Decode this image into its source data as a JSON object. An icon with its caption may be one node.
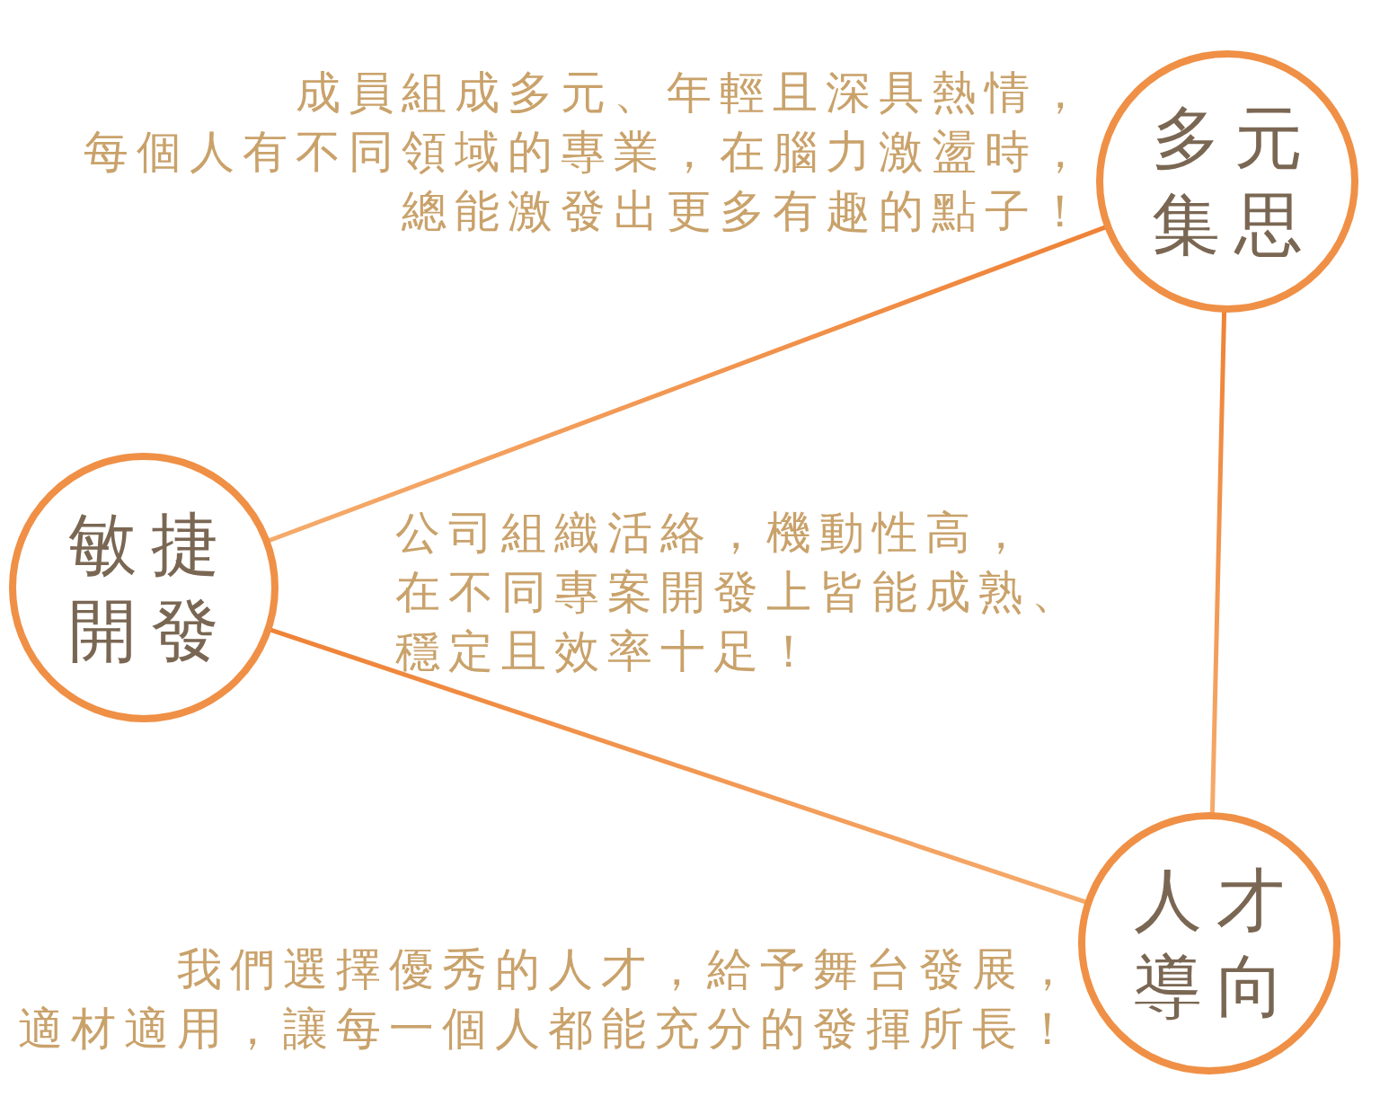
{
  "diagram": {
    "nodes": [
      {
        "text": [
          "多元集思"
        ],
        "beside": [
          "成員組成多元、年輕且深具熱情，每個人有不同領域的專業，在腦力激盪時，總能激發出更多有趣的點子！"
        ]
      },
      {
        "text": [
          "敏捷開發"
        ],
        "beside": [
          "公司組織活絡，機動性高，在不同專案開發上皆能成熟、穩定且效率十足！"
        ]
      },
      {
        "text": [
          "人才導向"
        ],
        "beside": [
          "我們選擇優秀的人才，給予舞台發展，適材適用，讓每一個人都能充分的發揮所長！"
        ]
      }
    ],
    "edges": [
      {
        "from": 0,
        "to": 1,
        "arrow": "none"
      },
      {
        "from": 0,
        "to": 2,
        "arrow": "none"
      },
      {
        "from": 1,
        "to": 2,
        "arrow": "none"
      }
    ]
  }
}
